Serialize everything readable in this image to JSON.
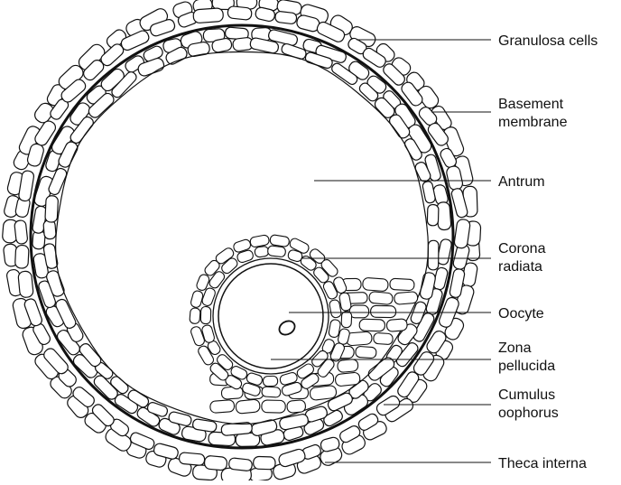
{
  "diagram": {
    "labels": {
      "granulosa": [
        "Granulosa cells"
      ],
      "basement": [
        "Basement",
        "membrane"
      ],
      "antrum": [
        "Antrum"
      ],
      "corona": [
        "Corona",
        "radiata"
      ],
      "oocyte": [
        "Oocyte"
      ],
      "zona": [
        "Zona",
        "pellucida"
      ],
      "cumulus": [
        "Cumulus",
        "oophorus"
      ],
      "theca": [
        "Theca interna"
      ]
    }
  },
  "colors": {
    "ink": "#111111",
    "background": "#ffffff"
  }
}
